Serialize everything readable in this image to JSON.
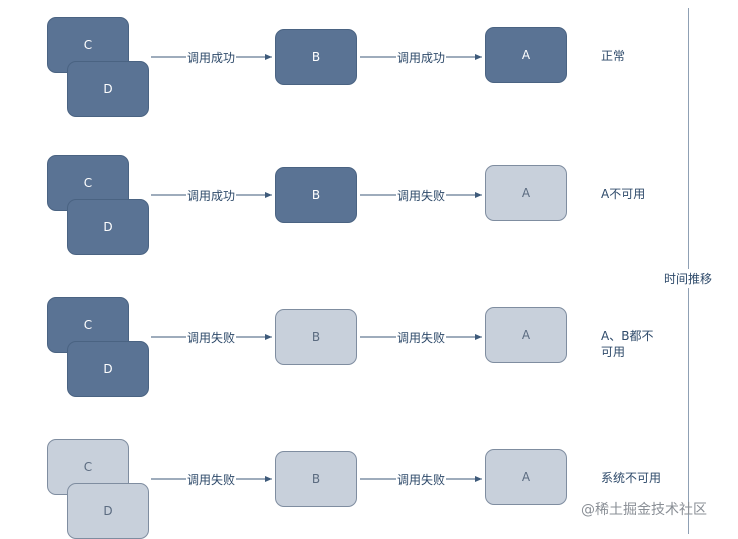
{
  "rows": [
    {
      "c": {
        "label": "C",
        "state": "ok"
      },
      "d": {
        "label": "D",
        "state": "ok"
      },
      "b": {
        "label": "B",
        "state": "ok"
      },
      "a": {
        "label": "A",
        "state": "ok"
      },
      "edge1": "调用成功",
      "edge2": "调用成功",
      "status": "正常"
    },
    {
      "c": {
        "label": "C",
        "state": "ok"
      },
      "d": {
        "label": "D",
        "state": "ok"
      },
      "b": {
        "label": "B",
        "state": "ok"
      },
      "a": {
        "label": "A",
        "state": "bad"
      },
      "edge1": "调用成功",
      "edge2": "调用失败",
      "status": "A不可用"
    },
    {
      "c": {
        "label": "C",
        "state": "ok"
      },
      "d": {
        "label": "D",
        "state": "ok"
      },
      "b": {
        "label": "B",
        "state": "bad"
      },
      "a": {
        "label": "A",
        "state": "bad"
      },
      "edge1": "调用失败",
      "edge2": "调用失败",
      "status": "A、B都不\n可用"
    },
    {
      "c": {
        "label": "C",
        "state": "bad"
      },
      "d": {
        "label": "D",
        "state": "bad"
      },
      "b": {
        "label": "B",
        "state": "bad"
      },
      "a": {
        "label": "A",
        "state": "bad"
      },
      "edge1": "调用失败",
      "edge2": "调用失败",
      "status": "系统不可用"
    }
  ],
  "timeline": {
    "label": "时间推移"
  },
  "watermark": "@稀土掘金技术社区",
  "colors": {
    "ok": "#5a7394",
    "bad": "#c8d0db",
    "arrow": "#3e5a7a"
  }
}
